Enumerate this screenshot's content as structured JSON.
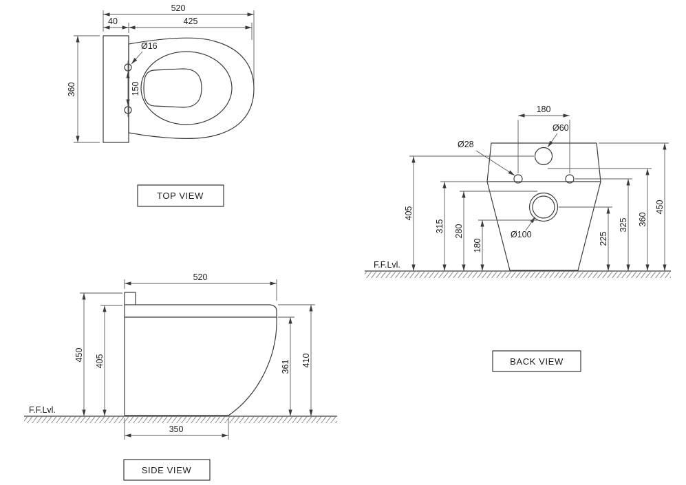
{
  "views": {
    "top": {
      "label": "TOP VIEW",
      "dims": {
        "overall_width": "520",
        "plate_width": "40",
        "bowl_length": "425",
        "overall_depth": "360",
        "hole_diameter": "Ø16",
        "hole_spacing": "150"
      }
    },
    "side": {
      "label": "SIDE VIEW",
      "floor_label": "F.F.Lvl.",
      "dims": {
        "overall_length": "520",
        "overall_height": "450",
        "seat_height": "405",
        "underside_height": "361",
        "front_height": "410",
        "base_length": "350"
      }
    },
    "back": {
      "label": "BACK VIEW",
      "floor_label": "F.F.Lvl.",
      "dims": {
        "hole_span": "180",
        "top_hole_diameter": "Ø60",
        "side_hole_diameter": "Ø28",
        "outlet_diameter": "Ø100",
        "height_405": "405",
        "height_315": "315",
        "height_280": "280",
        "height_180": "180",
        "height_225": "225",
        "height_325": "325",
        "height_360": "360",
        "height_450": "450"
      }
    }
  }
}
